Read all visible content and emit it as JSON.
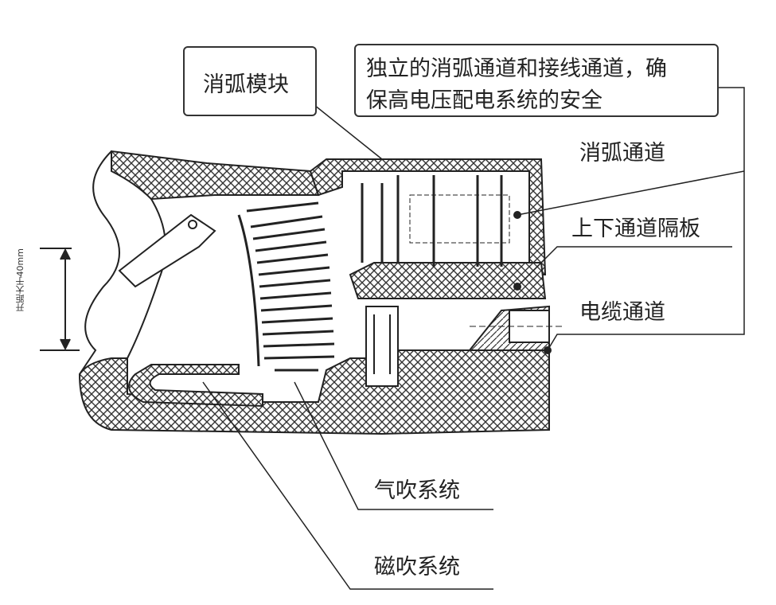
{
  "labels": {
    "arc_module": "消弧模块",
    "note_line1": "独立的消弧通道和接线通道，确",
    "note_line2": "保高电压配电系统的安全",
    "arc_channel": "消弧通道",
    "partition": "上下通道隔板",
    "cable_channel": "电缆通道",
    "air_blow": "气吹系统",
    "magnetic_blow": "磁吹系统",
    "gap": "开距大于40mm"
  }
}
